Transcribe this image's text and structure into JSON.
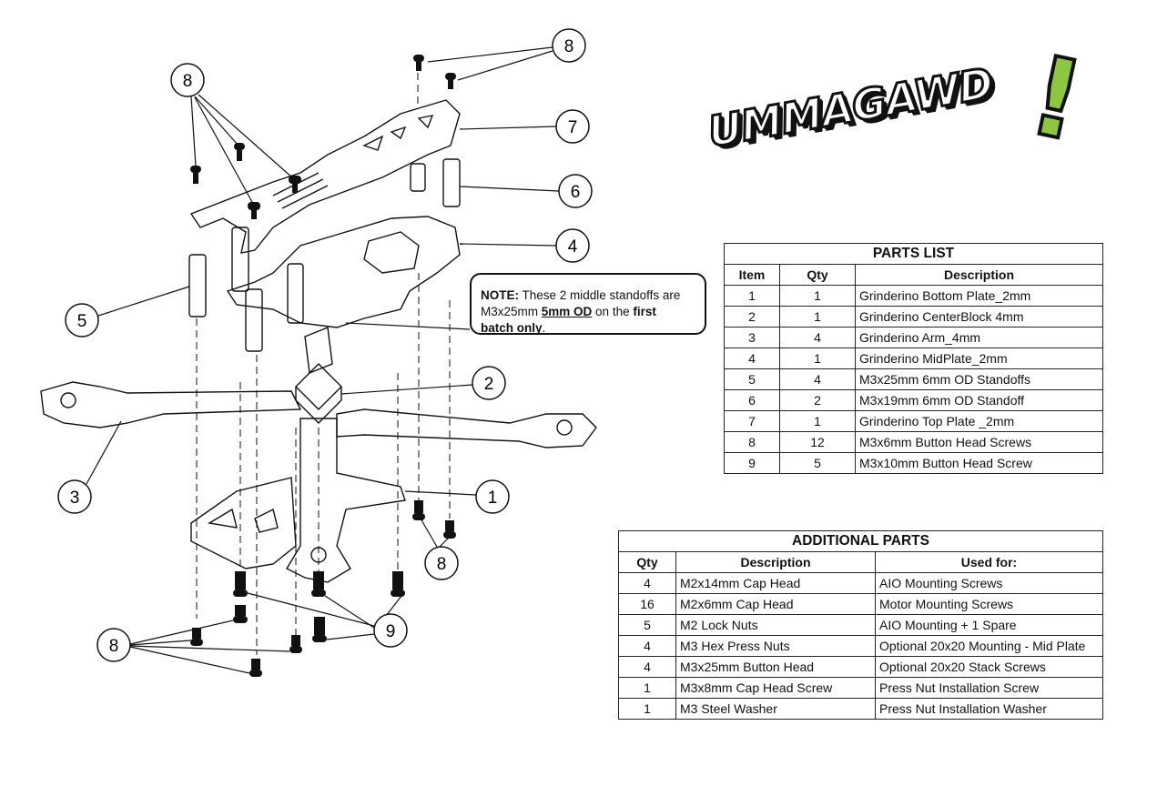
{
  "logo": {
    "text": "UMMAGAWD",
    "mark": "!",
    "brand_color": "#8dc63f"
  },
  "note": {
    "label": "NOTE:",
    "text1": " These 2 middle standoffs are M3x25mm ",
    "emph": "5mm OD",
    "text2": " on the ",
    "bold2": "first",
    "bold3": "batch only",
    "end": "."
  },
  "callouts": [
    "8",
    "8",
    "7",
    "6",
    "4",
    "5",
    "2",
    "3",
    "1",
    "8",
    "9",
    "8"
  ],
  "parts_list": {
    "title": "PARTS LIST",
    "headers": [
      "Item",
      "Qty",
      "Description"
    ],
    "rows": [
      [
        "1",
        "1",
        "Grinderino Bottom Plate_2mm"
      ],
      [
        "2",
        "1",
        "Grinderino CenterBlock 4mm"
      ],
      [
        "3",
        "4",
        "Grinderino Arm_4mm"
      ],
      [
        "4",
        "1",
        "Grinderino MidPlate_2mm"
      ],
      [
        "5",
        "4",
        "M3x25mm 6mm OD Standoffs"
      ],
      [
        "6",
        "2",
        "M3x19mm 6mm OD Standoff"
      ],
      [
        "7",
        "1",
        "Grinderino Top Plate _2mm"
      ],
      [
        "8",
        "12",
        "M3x6mm Button Head Screws"
      ],
      [
        "9",
        "5",
        "M3x10mm Button Head Screw"
      ]
    ]
  },
  "additional_parts": {
    "title": "ADDITIONAL PARTS",
    "headers": [
      "Qty",
      "Description",
      "Used for:"
    ],
    "rows": [
      [
        "4",
        "M2x14mm Cap Head",
        "AIO Mounting Screws"
      ],
      [
        "16",
        "M2x6mm Cap Head",
        "Motor Mounting Screws"
      ],
      [
        "5",
        "M2 Lock Nuts",
        "AIO Mounting + 1 Spare"
      ],
      [
        "4",
        "M3 Hex Press Nuts",
        "Optional 20x20 Mounting - Mid Plate"
      ],
      [
        "4",
        "M3x25mm Button Head",
        "Optional 20x20 Stack Screws"
      ],
      [
        "1",
        "M3x8mm Cap Head Screw",
        "Press Nut Installation Screw"
      ],
      [
        "1",
        "M3 Steel Washer",
        "Press Nut Installation Washer"
      ]
    ]
  }
}
